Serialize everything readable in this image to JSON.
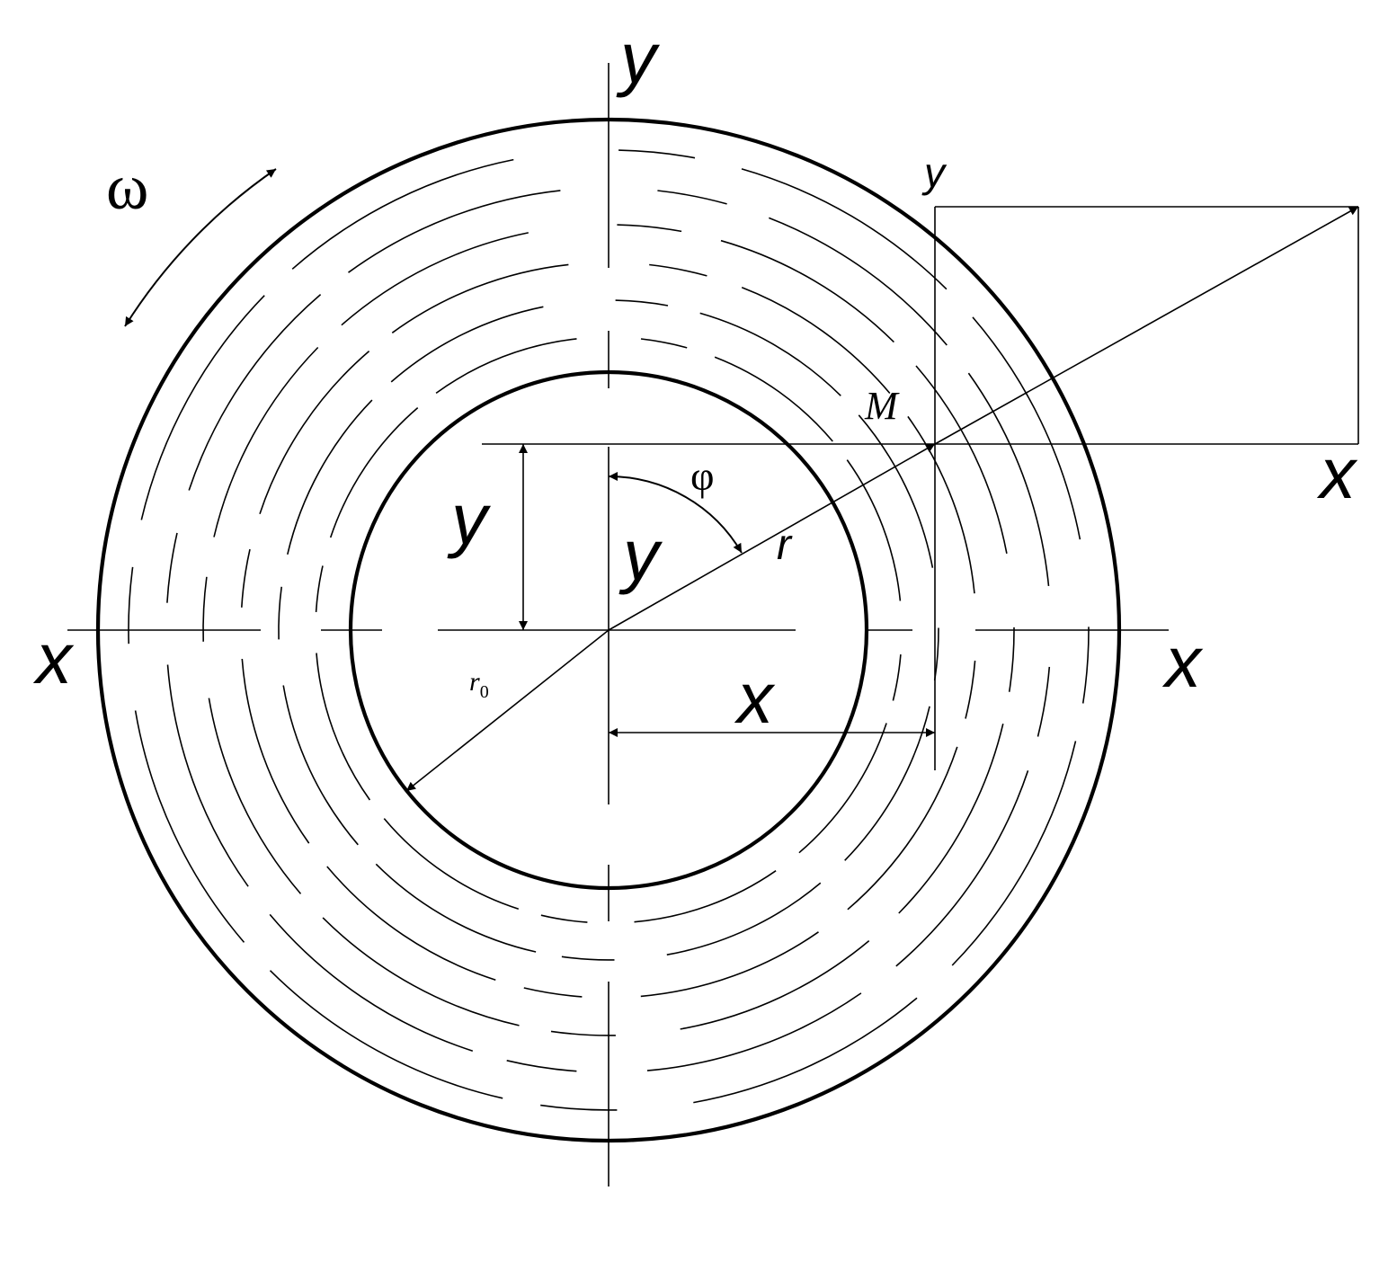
{
  "diagram": {
    "labels": {
      "omega": "ω",
      "phi": "φ",
      "r": "r",
      "r0_base": "r",
      "r0_sub": "0",
      "point": "M",
      "y_axis_top": "y",
      "y_axis_bottom": "y",
      "x_axis_left": "x",
      "x_axis_right": "x",
      "x_dimension": "x",
      "y_dimension": "y",
      "local_y": "y",
      "local_x": "x"
    }
  }
}
